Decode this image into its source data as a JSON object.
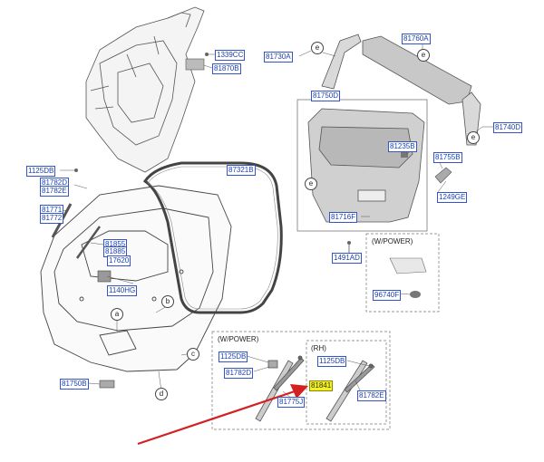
{
  "colors": {
    "label_text": "#1a3fb0",
    "highlight": "#f3ee2a",
    "arrow": "#d42020",
    "line": "#333333"
  },
  "labels": {
    "p1339cc": "1339CC",
    "p81870b": "81870B",
    "p81730a": "81730A",
    "p81760a": "81760A",
    "p81750d": "81750D",
    "p81740d": "81740D",
    "p81235b": "81235B",
    "p81755b": "81755B",
    "p1249ge": "1249GE",
    "p81716f": "81716F",
    "p1125db_left": "1125DB",
    "p81782d_left": "81782D",
    "p81782e_left": "81782E",
    "p87321b": "87321B",
    "p81771": "81771",
    "p81772": "81772",
    "p81855": "81855",
    "p81885": "81885",
    "p17620": "17620",
    "p1140hg": "1140HG",
    "p1491ad": "1491AD",
    "p96740f": "96740F",
    "p81750b": "81750B",
    "p1125db_mid": "1125DB",
    "p81782d_mid": "81782D",
    "p81775j": "81775J",
    "p1125db_rh": "1125DB",
    "p81841": "81841",
    "p81782e_rh": "81782E"
  },
  "captions": {
    "power_top": "(W/POWER)",
    "power_bottom": "(W/POWER)",
    "rh": "(RH)"
  },
  "callouts": {
    "a": "a",
    "b": "b",
    "c": "c",
    "d": "d",
    "e1": "e",
    "e2": "e",
    "e3": "e",
    "e4": "e"
  }
}
